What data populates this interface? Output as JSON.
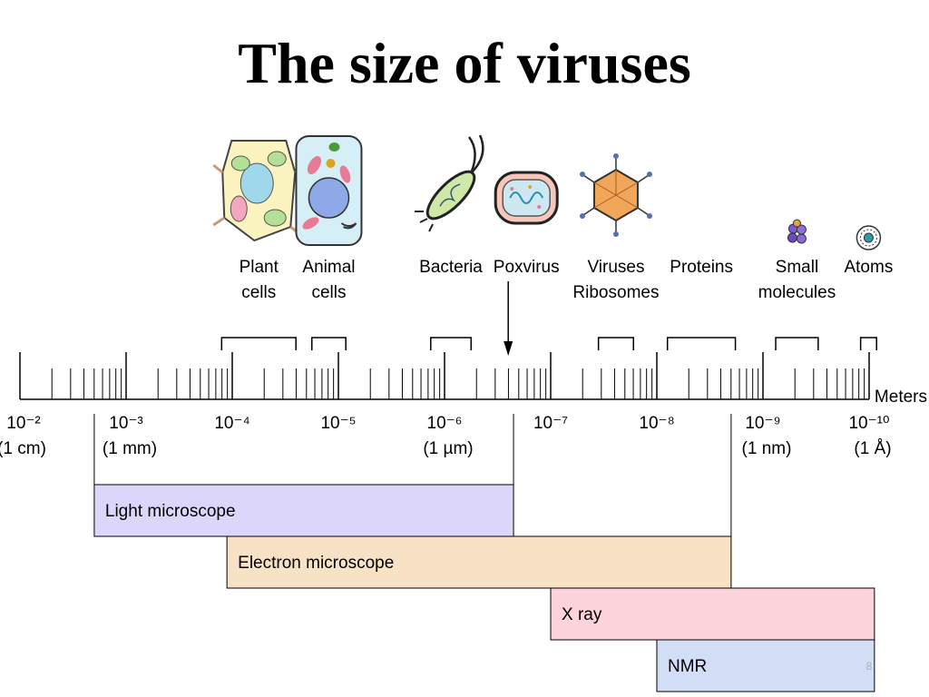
{
  "title": "The size of viruses",
  "axis_unit": "Meters",
  "page_number": "8",
  "scale": {
    "powers": [
      {
        "label": "10⁻²",
        "sub": "(1 cm)",
        "exp": -2
      },
      {
        "label": "10⁻³",
        "sub": "(1 mm)",
        "exp": -3
      },
      {
        "label": "10⁻⁴",
        "sub": "",
        "exp": -4
      },
      {
        "label": "10⁻⁵",
        "sub": "",
        "exp": -5
      },
      {
        "label": "10⁻⁶",
        "sub": "(1 µm)",
        "exp": -6
      },
      {
        "label": "10⁻⁷",
        "sub": "",
        "exp": -7
      },
      {
        "label": "10⁻⁸",
        "sub": "",
        "exp": -8
      },
      {
        "label": "10⁻⁹",
        "sub": "(1 nm)",
        "exp": -9
      },
      {
        "label": "10⁻¹⁰",
        "sub": "(1 Å)",
        "exp": -10
      }
    ]
  },
  "objects": [
    {
      "line1": "Plant",
      "line2": "cells",
      "icon": "plant-cell-icon",
      "from_exp": -3.9,
      "to_exp": -4.6
    },
    {
      "line1": "Animal",
      "line2": "cells",
      "icon": "animal-cell-icon",
      "from_exp": -4.75,
      "to_exp": -5.07
    },
    {
      "line1": "Bacteria",
      "line2": "",
      "icon": "bacteria-icon",
      "from_exp": -5.87,
      "to_exp": -6.25
    },
    {
      "line1": "Poxvirus",
      "line2": "",
      "icon": "poxvirus-icon",
      "arrow_exp": -6.6
    },
    {
      "line1": "Viruses",
      "line2": "Ribosomes",
      "icon": "virus-icon",
      "from_exp": -7.45,
      "to_exp": -7.78
    },
    {
      "line1": "Proteins",
      "line2": "",
      "icon": "",
      "from_exp": -8.1,
      "to_exp": -8.74
    },
    {
      "line1": "Small",
      "line2": "molecules",
      "icon": "small-molecule-icon",
      "from_exp": -9.12,
      "to_exp": -9.52
    },
    {
      "line1": "Atoms",
      "line2": "",
      "icon": "atom-icon",
      "from_exp": -9.92,
      "to_exp": -10.07
    }
  ],
  "techniques": [
    {
      "label": "Light microscope",
      "from_exp": -2.7,
      "to_exp": -6.65,
      "color": "#dcd6fa"
    },
    {
      "label": "Electron microscope",
      "from_exp": -3.95,
      "to_exp": -8.7,
      "color": "#f8e2c6"
    },
    {
      "label": "X ray",
      "from_exp": -7.0,
      "to_exp": -10.05,
      "color": "#fdd3dc"
    },
    {
      "label": "NMR",
      "from_exp": -8.0,
      "to_exp": -10.05,
      "color": "#d2def5"
    }
  ]
}
